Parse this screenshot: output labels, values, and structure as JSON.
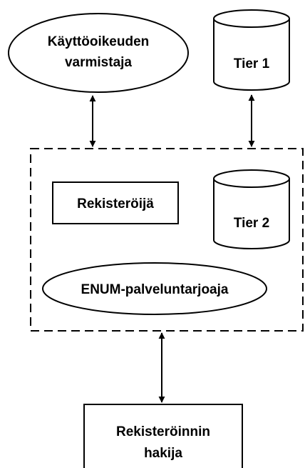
{
  "diagram": {
    "nodes": {
      "authorizer": {
        "line1": "Käyttöoikeuden",
        "line2": "varmistaja",
        "shape": "ellipse"
      },
      "tier1": {
        "label": "Tier 1",
        "shape": "cylinder"
      },
      "registrar": {
        "label": "Rekisteröijä",
        "shape": "rectangle"
      },
      "tier2": {
        "label": "Tier 2",
        "shape": "cylinder"
      },
      "enum_provider": {
        "label": "ENUM-palveluntarjoaja",
        "shape": "ellipse"
      },
      "applicant": {
        "line1": "Rekisteröinnin",
        "line2": "hakija",
        "shape": "rectangle"
      }
    },
    "group": {
      "style": "dashed",
      "contains": [
        "registrar",
        "tier2",
        "enum_provider"
      ]
    },
    "edges": [
      {
        "from": "authorizer",
        "to": "group",
        "direction": "both"
      },
      {
        "from": "tier1",
        "to": "group",
        "direction": "both"
      },
      {
        "from": "group",
        "to": "applicant",
        "direction": "both"
      }
    ],
    "colors": {
      "stroke": "#000000",
      "fill": "#ffffff"
    }
  }
}
